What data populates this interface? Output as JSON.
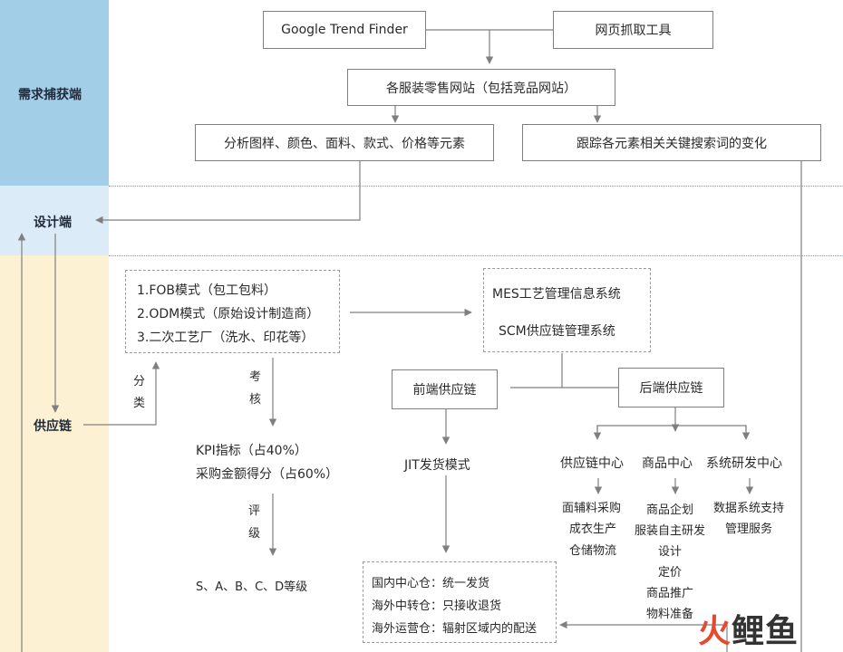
{
  "sections": {
    "demand_capture": "需求捕获端",
    "design": "设计端",
    "supply_chain": "供应链"
  },
  "colors": {
    "demand_band": "#a3cee8",
    "design_band": "#dcebf8",
    "supply_band": "#fdf1d4",
    "divider": "#6a9fd0",
    "box_border": "#7f7f7f",
    "arrow": "#7f7f7f",
    "watermark_accent": "#e64a2e"
  },
  "nodes": {
    "google_trend_finder": "Google Trend Finder",
    "web_scraper": "网页抓取工具",
    "apparel_sites": "各服装零售网站（包括竞品网站）",
    "analyze_elements": "分析图样、颜色、面料、款式、价格等元素",
    "track_keywords": "跟踪各元素相关关键搜索词的变化"
  },
  "modes": [
    "1.FOB模式（包工包料）",
    "2.ODM模式（原始设计制造商）",
    "3.二次工艺厂（洗水、印花等）"
  ],
  "classify_label": [
    "分",
    "类"
  ],
  "assess_label": [
    "考",
    "核"
  ],
  "kpi": [
    "KPI指标（占40%）",
    "采购金额得分（占60%）"
  ],
  "rate_label": [
    "评",
    "级"
  ],
  "grades": "S、A、B、C、D等级",
  "systems": [
    "MES工艺管理信息系统",
    "SCM供应链管理系统"
  ],
  "front_chain": "前端供应链",
  "back_chain": "后端供应链",
  "jit_mode": "JIT发货模式",
  "back_centers": [
    {
      "title": "供应链中心",
      "items": [
        "面辅料采购",
        "成衣生产",
        "仓储物流"
      ]
    },
    {
      "title": "商品中心",
      "items": [
        "商品企划",
        "服装自主研发",
        "设计",
        "定价",
        "商品推广",
        "物料准备"
      ]
    },
    {
      "title": "系统研发中心",
      "items": [
        "数据系统支持",
        "管理服务"
      ]
    }
  ],
  "warehouses": [
    "国内中心仓：统一发货",
    "海外中转仓：只接收退货",
    "海外运营仓：辐射区域内的配送"
  ],
  "watermark": {
    "part1": "火",
    "part2": "鲤鱼"
  }
}
